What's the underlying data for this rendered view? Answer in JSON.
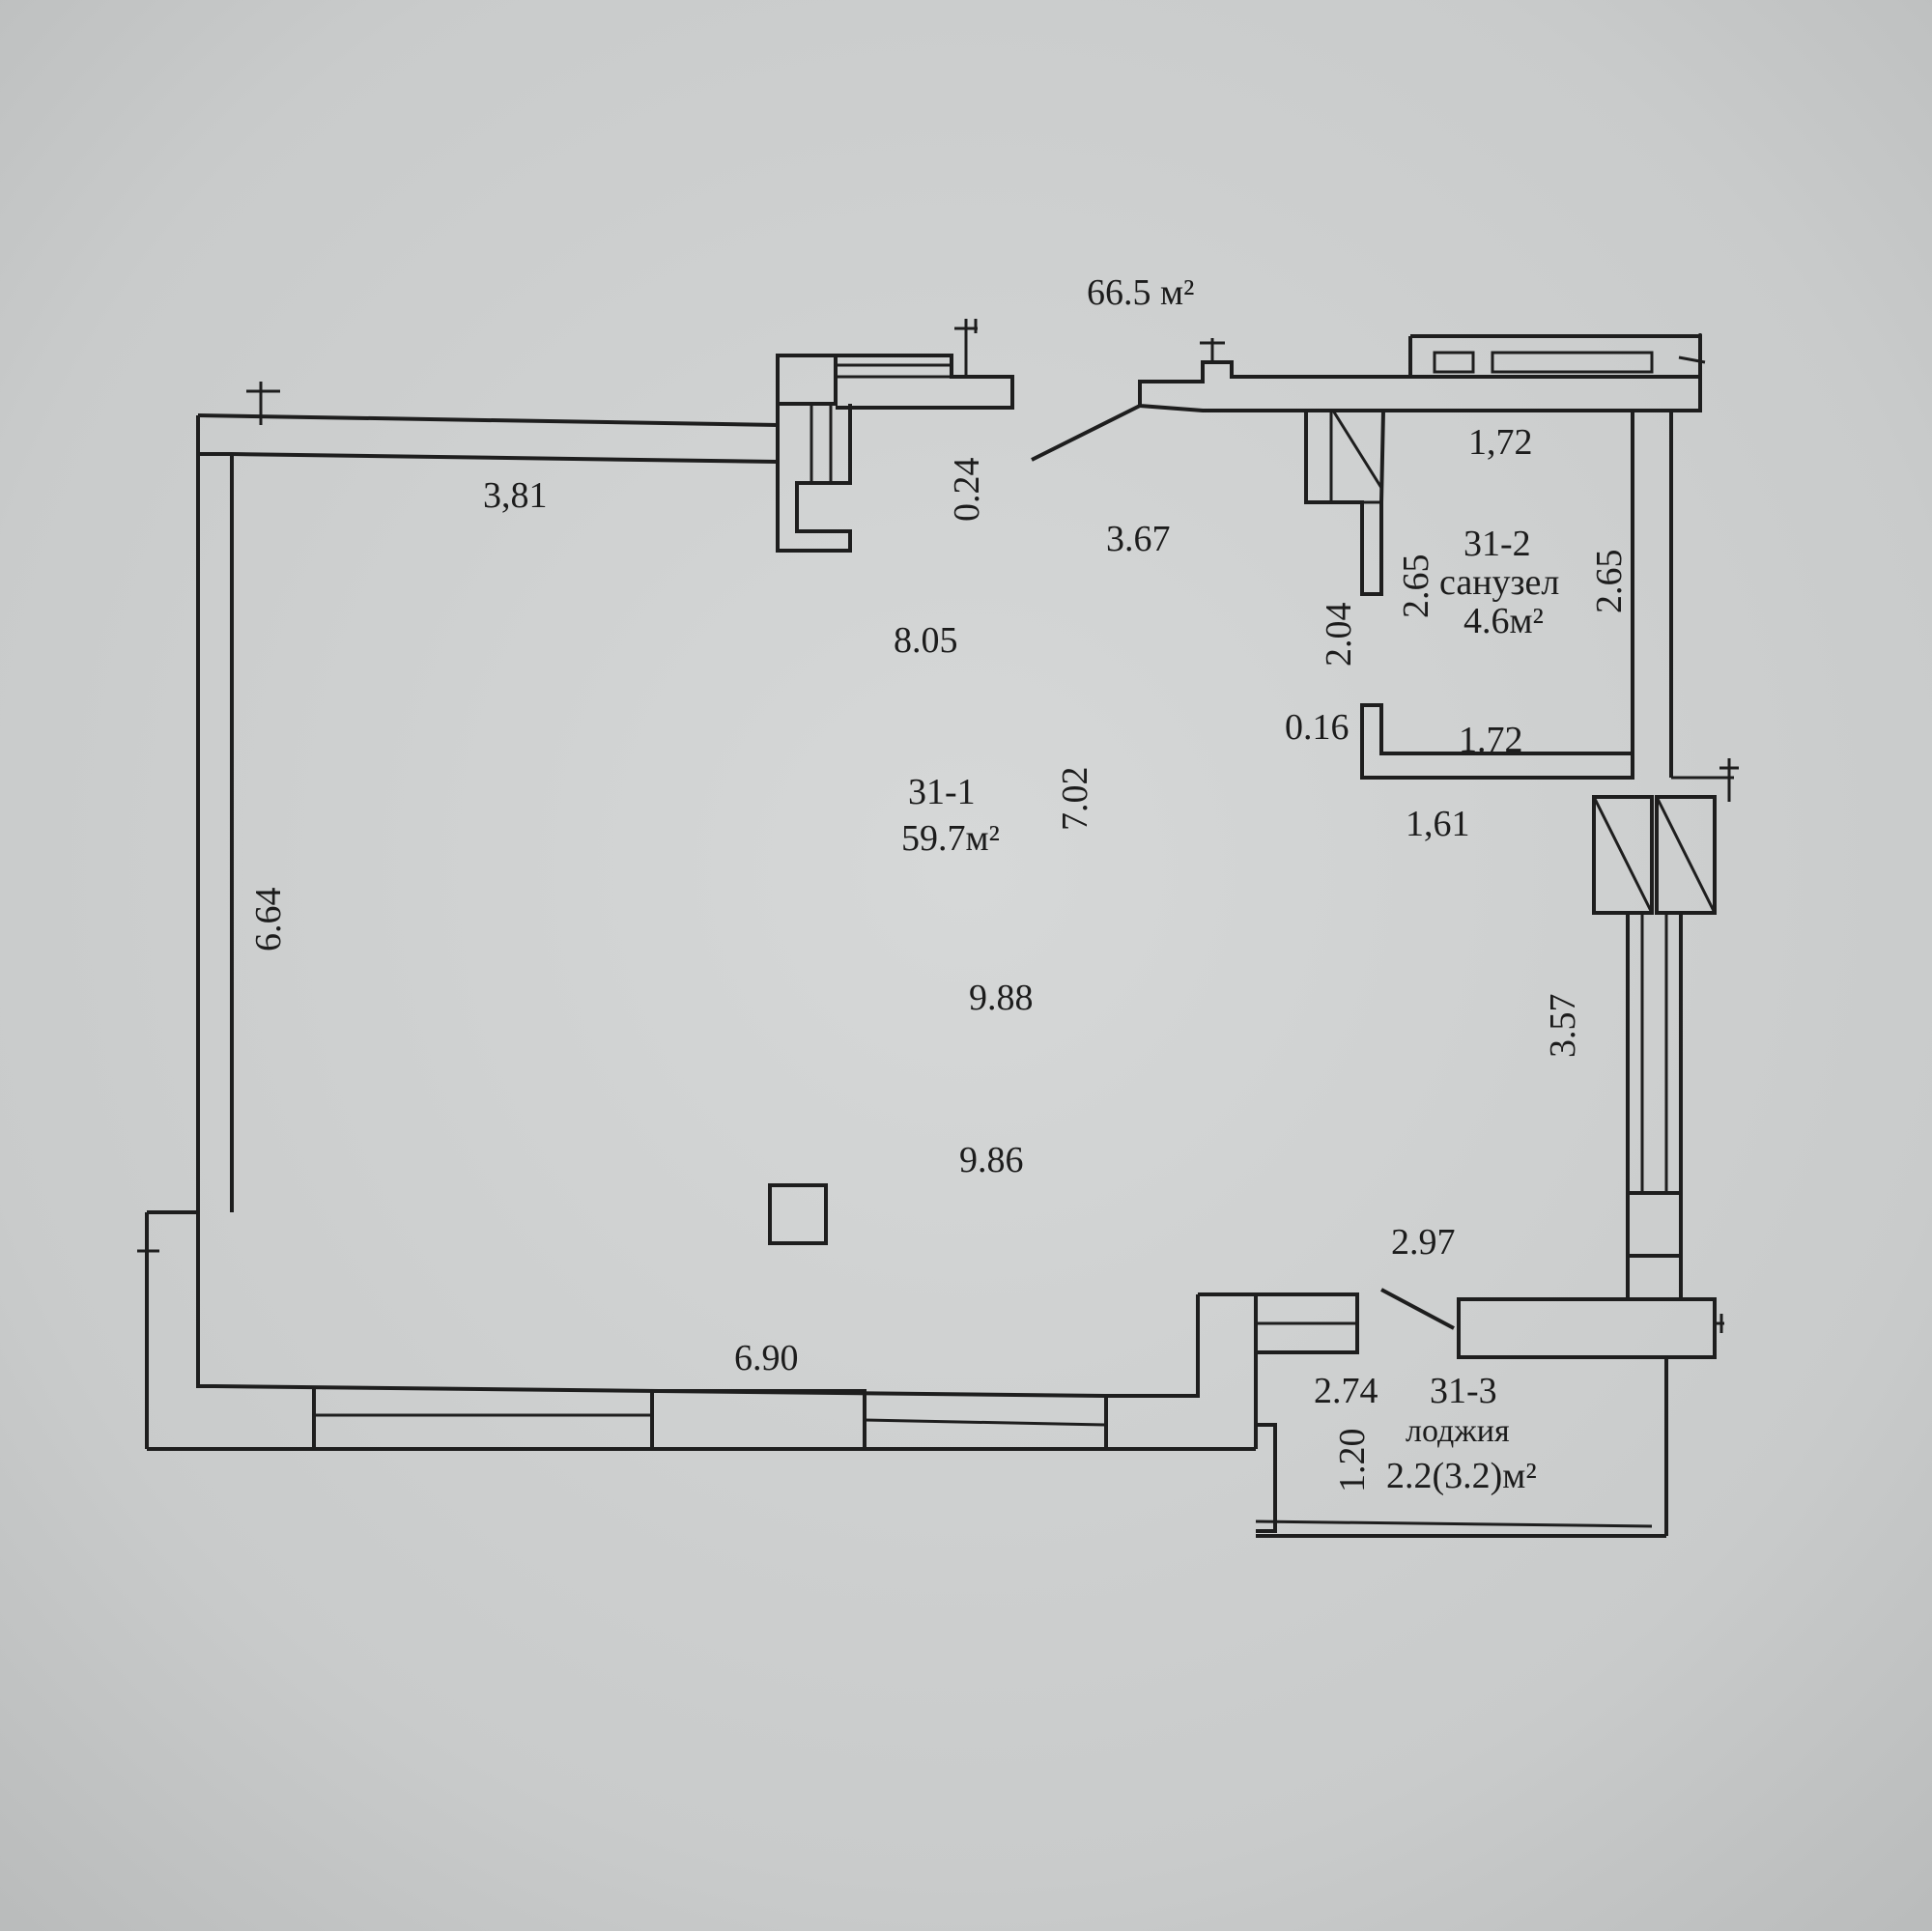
{
  "plan": {
    "total_area": "66.5 м²",
    "rooms": {
      "main": {
        "number": "31-1",
        "area": "59.7м²"
      },
      "bath": {
        "number": "31-2",
        "name": "санузел",
        "area": "4.6м²"
      },
      "loggia": {
        "number": "31-3",
        "name": "лоджия",
        "area": "2.2(3.2)м²"
      }
    },
    "dimensions": {
      "d_381": "3,81",
      "d_024": "0.24",
      "d_367": "3.67",
      "d_805": "8.05",
      "d_664": "6.64",
      "d_702": "7.02",
      "d_988": "9.88",
      "d_986": "9.86",
      "d_690": "6.90",
      "d_172_top": "1,72",
      "d_265_left": "2.65",
      "d_265_right": "2.65",
      "d_204": "2.04",
      "d_016": "0.16",
      "d_172_bottom": "1.72",
      "d_161": "1,61",
      "d_357": "3.57",
      "d_297": "2.97",
      "d_274": "2.74",
      "d_120": "1.20"
    }
  },
  "colors": {
    "paper": "#c9cbcb",
    "ink": "#1e1e1e"
  }
}
